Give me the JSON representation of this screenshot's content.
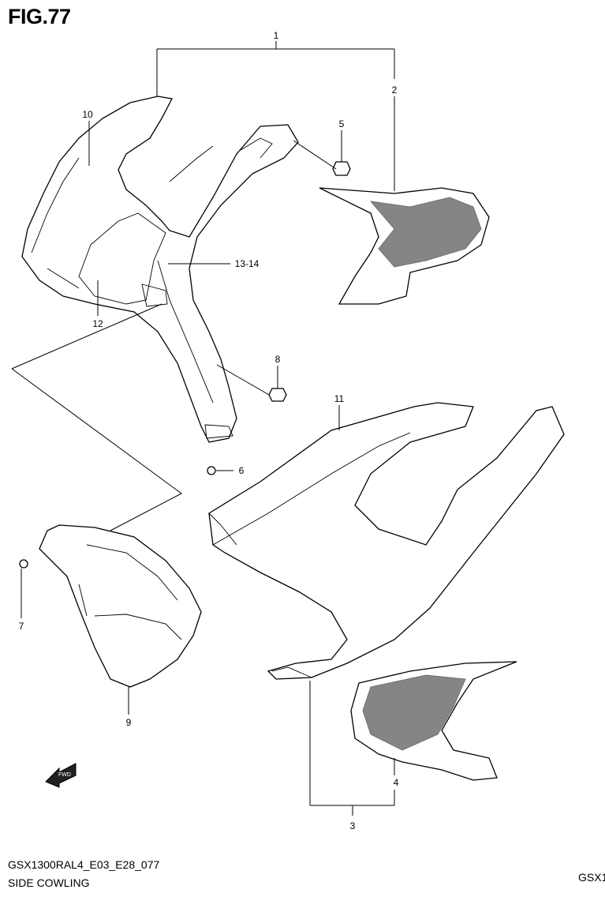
{
  "figure_title": "FIG.77",
  "footer": {
    "code": "GSX1300RAL4_E03_E28_077",
    "section_name": "SIDE COWLING",
    "right_label": "GSX1"
  },
  "callouts": {
    "c1": "1",
    "c2": "2",
    "c3": "3",
    "c4": "4",
    "c5": "5",
    "c6": "6",
    "c7": "7",
    "c8": "8",
    "c9": "9",
    "c10": "10",
    "c11": "11",
    "c12": "12",
    "c13_14": "13-14"
  },
  "fwd_arrow": "FWD"
}
